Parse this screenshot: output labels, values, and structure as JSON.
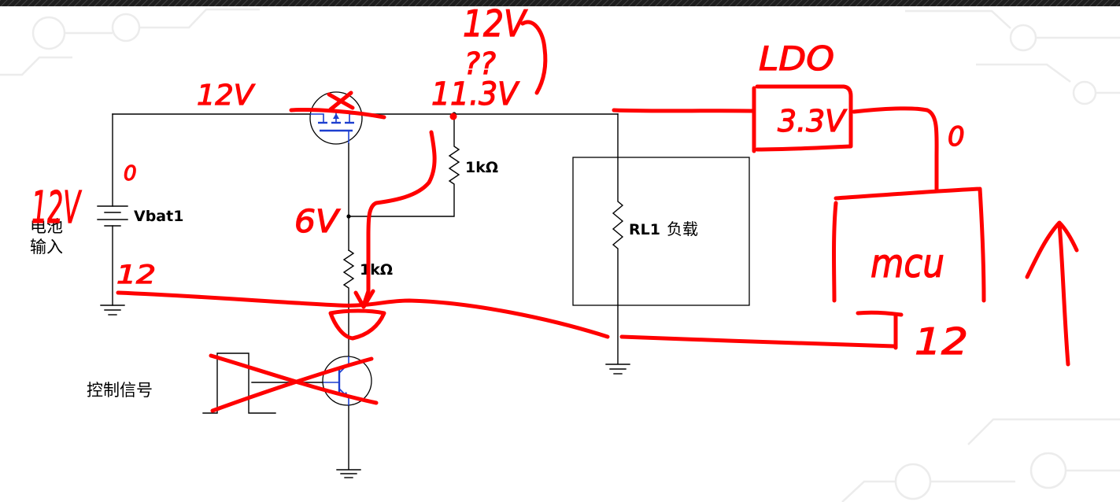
{
  "diagram": {
    "battery": {
      "name": "Vbat1",
      "caption_line1": "电池",
      "caption_line2": "输入"
    },
    "divider_upper_resistor": {
      "value": "1kΩ"
    },
    "divider_lower_resistor": {
      "value": "1kΩ"
    },
    "load": {
      "name": "RL1",
      "caption": "负载"
    },
    "control": {
      "caption": "控制信号"
    }
  },
  "handwritten_notes": {
    "top_voltage": "12V",
    "top_question": "??",
    "switch_output_voltage": "11.3V",
    "supply_wire_voltage": "12V",
    "ldo_title": "LDO",
    "ldo_output_voltage": "3.3V",
    "mcu_supply_node": "0",
    "mcu_label": "mcu",
    "mcu_ground_node": "12",
    "battery_voltage": "12V",
    "battery_positive_node": "0",
    "battery_negative_node": "12",
    "gate_divider_voltage": "6V"
  },
  "colors": {
    "background": "#ffffff",
    "wire": "#000000",
    "component_blue": "#1d3fcf",
    "annotation_red": "#ff0000",
    "decor_trace": "#ececec",
    "top_band": "#1e1e1e",
    "top_band_stripe": "#4d4d4d"
  }
}
